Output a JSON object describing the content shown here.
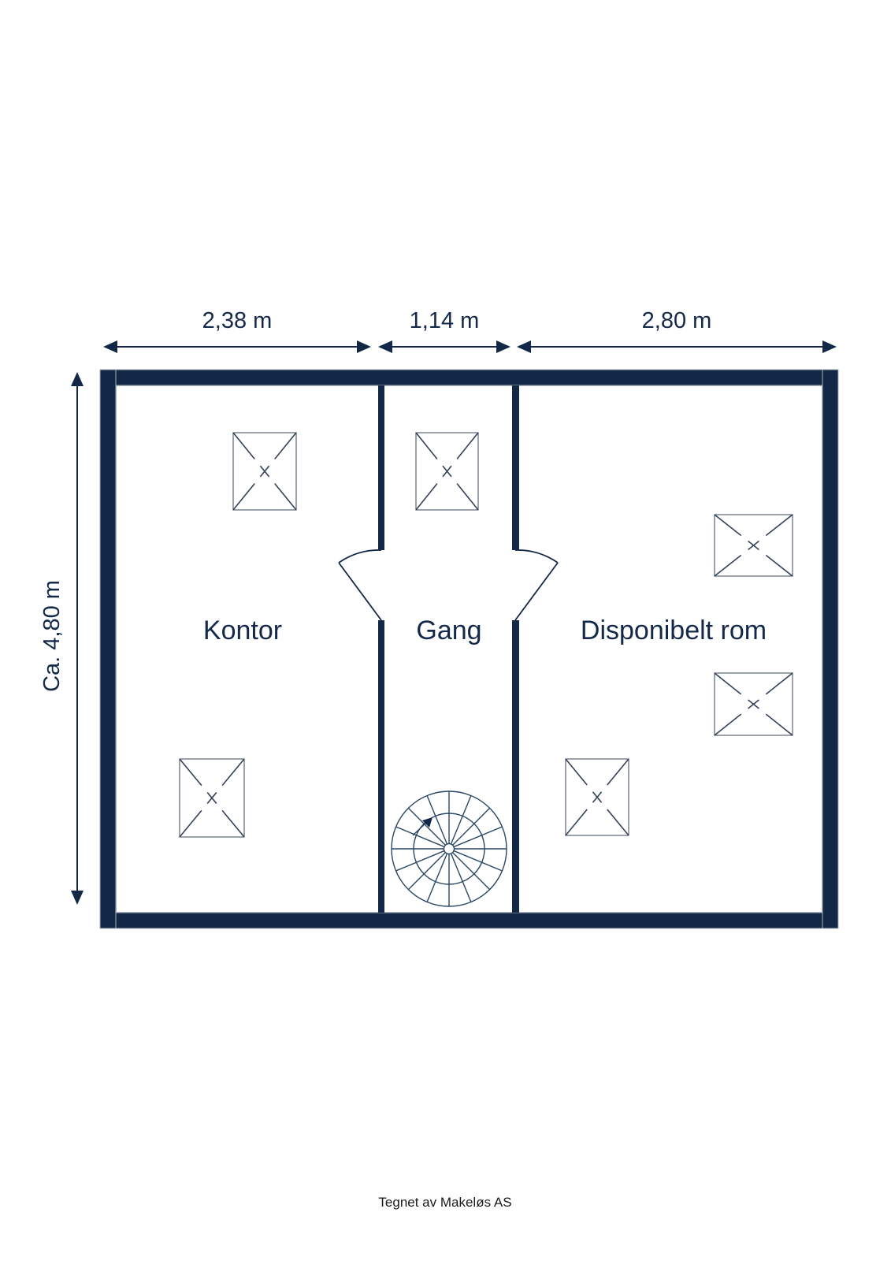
{
  "floorplan": {
    "dimensions_top": [
      {
        "label": "2,38 m"
      },
      {
        "label": "1,14 m"
      },
      {
        "label": "2,80 m"
      }
    ],
    "dimension_left": {
      "label": "Ca. 4,80 m"
    },
    "rooms": [
      {
        "name": "Kontor"
      },
      {
        "name": "Gang"
      },
      {
        "name": "Disponibelt rom"
      }
    ]
  },
  "footer": {
    "credit": "Tegnet av Makeløs AS"
  },
  "colors": {
    "wall": "#132846",
    "label_text": "#14294a",
    "fixture_outline": "#5a6575",
    "fixture_cross": "#33415a",
    "stair_line": "#2a4766",
    "hairline": "#a9b1ba",
    "background": "#ffffff",
    "footer_text": "#1a1a1a"
  }
}
